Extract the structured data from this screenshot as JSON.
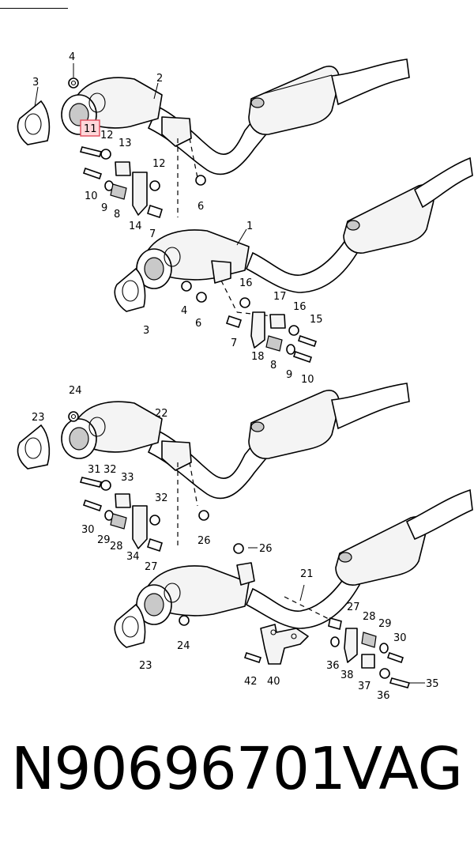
{
  "footer": {
    "part_number": "N90696701",
    "brand": "VAG"
  },
  "highlight": {
    "label": "11"
  },
  "labels": {
    "g1": [
      "4",
      "2",
      "3",
      "12",
      "13",
      "12",
      "10",
      "9",
      "8",
      "14",
      "7",
      "6",
      "1",
      "16",
      "17",
      "16",
      "15",
      "4",
      "6",
      "3",
      "7",
      "18",
      "8",
      "9",
      "10"
    ],
    "g2": [
      "24",
      "23",
      "22",
      "31",
      "32",
      "33",
      "32",
      "30",
      "29",
      "28",
      "34",
      "27",
      "26",
      "26",
      "21",
      "24",
      "23",
      "27",
      "28",
      "29",
      "30",
      "36",
      "38",
      "37",
      "36",
      "35",
      "42",
      "40"
    ]
  }
}
